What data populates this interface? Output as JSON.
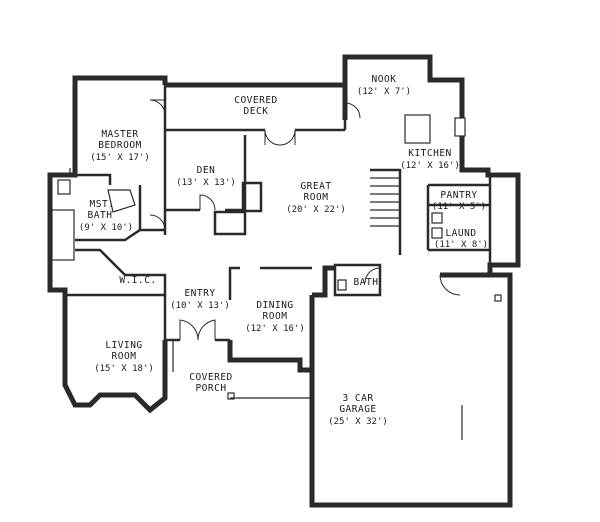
{
  "rooms": {
    "nook": {
      "name": "NOOK",
      "dim": "(12' X 7')"
    },
    "covered_deck": {
      "line1": "COVERED",
      "line2": "DECK"
    },
    "master": {
      "line1": "MASTER",
      "line2": "BEDROOM",
      "dim": "(15' X 17')"
    },
    "kitchen": {
      "name": "KITCHEN",
      "dim": "(12' X 16')"
    },
    "den": {
      "name": "DEN",
      "dim": "(13' X 13')"
    },
    "great_room": {
      "line1": "GREAT",
      "line2": "ROOM",
      "dim": "(20' X 22')"
    },
    "pantry": {
      "name": "PANTRY",
      "dim": "(11' X 5')"
    },
    "mst_bath": {
      "line1": "MST.",
      "line2": "BATH",
      "dim": "(9' X 10')"
    },
    "laund": {
      "name": "LAUND",
      "dim": "(11' X 8')"
    },
    "wic": {
      "name": "W.I.C."
    },
    "bath": {
      "name": "BATH"
    },
    "entry": {
      "name": "ENTRY",
      "dim": "(10' X 13')"
    },
    "dining": {
      "line1": "DINING",
      "line2": "ROOM",
      "dim": "(12' X 16')"
    },
    "living": {
      "line1": "LIVING",
      "line2": "ROOM",
      "dim": "(15' X 18')"
    },
    "covered_porch": {
      "line1": "COVERED",
      "line2": "PORCH"
    },
    "garage": {
      "line1": "3 CAR",
      "line2": "GARAGE",
      "dim": "(25' X 32')"
    }
  }
}
